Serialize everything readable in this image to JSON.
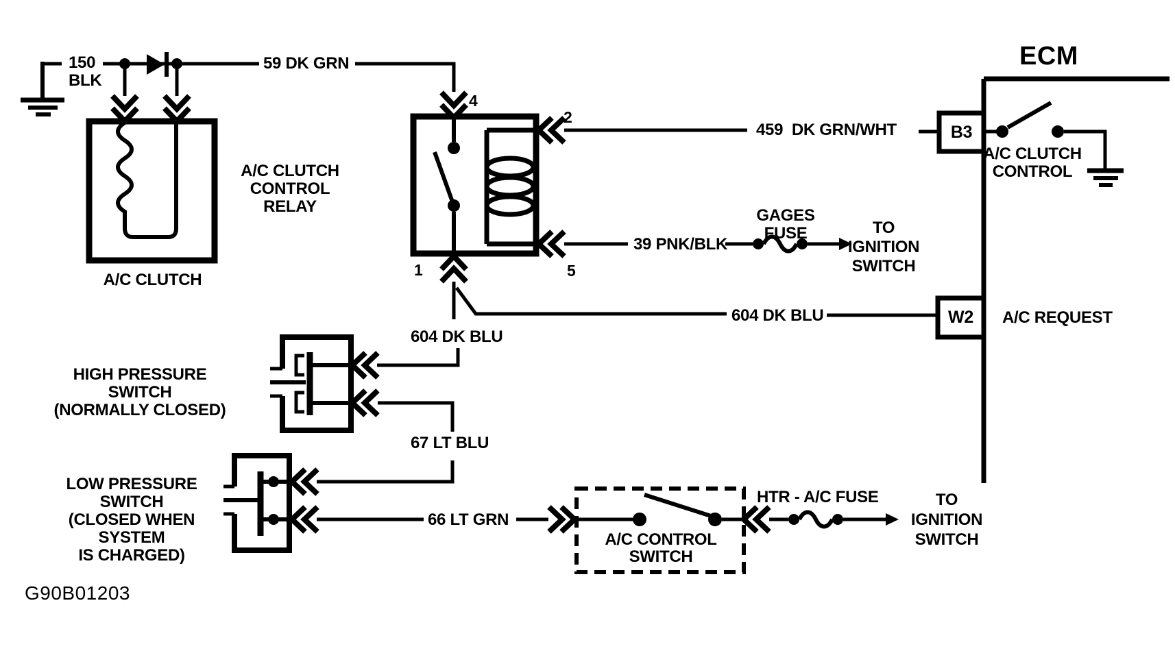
{
  "figure_id": "G90B01203",
  "colors": {
    "ink": "#000000",
    "paper": "#ffffff"
  },
  "ecm": {
    "title": "ECM",
    "pin_b3": "B3",
    "pin_w2": "W2",
    "clutch_control_label": [
      "A/C CLUTCH",
      "CONTROL"
    ],
    "request_label": "A/C REQUEST"
  },
  "relay": {
    "name": [
      "A/C CLUTCH",
      "CONTROL RELAY"
    ],
    "pin_top": "4",
    "pin_right_top": "2",
    "pin_right_bottom": "5",
    "pin_bottom": "1"
  },
  "clutch": {
    "name": "A/C CLUTCH"
  },
  "wires": {
    "blk": [
      "150",
      "BLK"
    ],
    "dk_grn": "59 DK GRN",
    "dk_grn_wht": "459  DK GRN/WHT",
    "pnk_blk": "39 PNK/BLK",
    "dk_blu_branch": "604 DK BLU",
    "dk_blu_main": "604 DK BLU",
    "lt_blu": "67 LT BLU",
    "lt_grn": "66 LT GRN"
  },
  "fuses": {
    "gages": "GAGES FUSE",
    "htr_ac": "HTR - A/C FUSE"
  },
  "destinations": {
    "ignition_top": [
      "TO",
      "IGNITION",
      "SWITCH"
    ],
    "ignition_bottom": [
      "TO",
      "IGNITION",
      "SWITCH"
    ]
  },
  "pressure_switches": {
    "high": [
      "HIGH PRESSURE SWITCH",
      "(NORMALLY CLOSED)"
    ],
    "low": [
      "LOW PRESSURE SWITCH",
      "(CLOSED WHEN SYSTEM",
      "IS CHARGED)"
    ]
  },
  "ac_control_switch": [
    "A/C CONTROL",
    "SWITCH"
  ]
}
